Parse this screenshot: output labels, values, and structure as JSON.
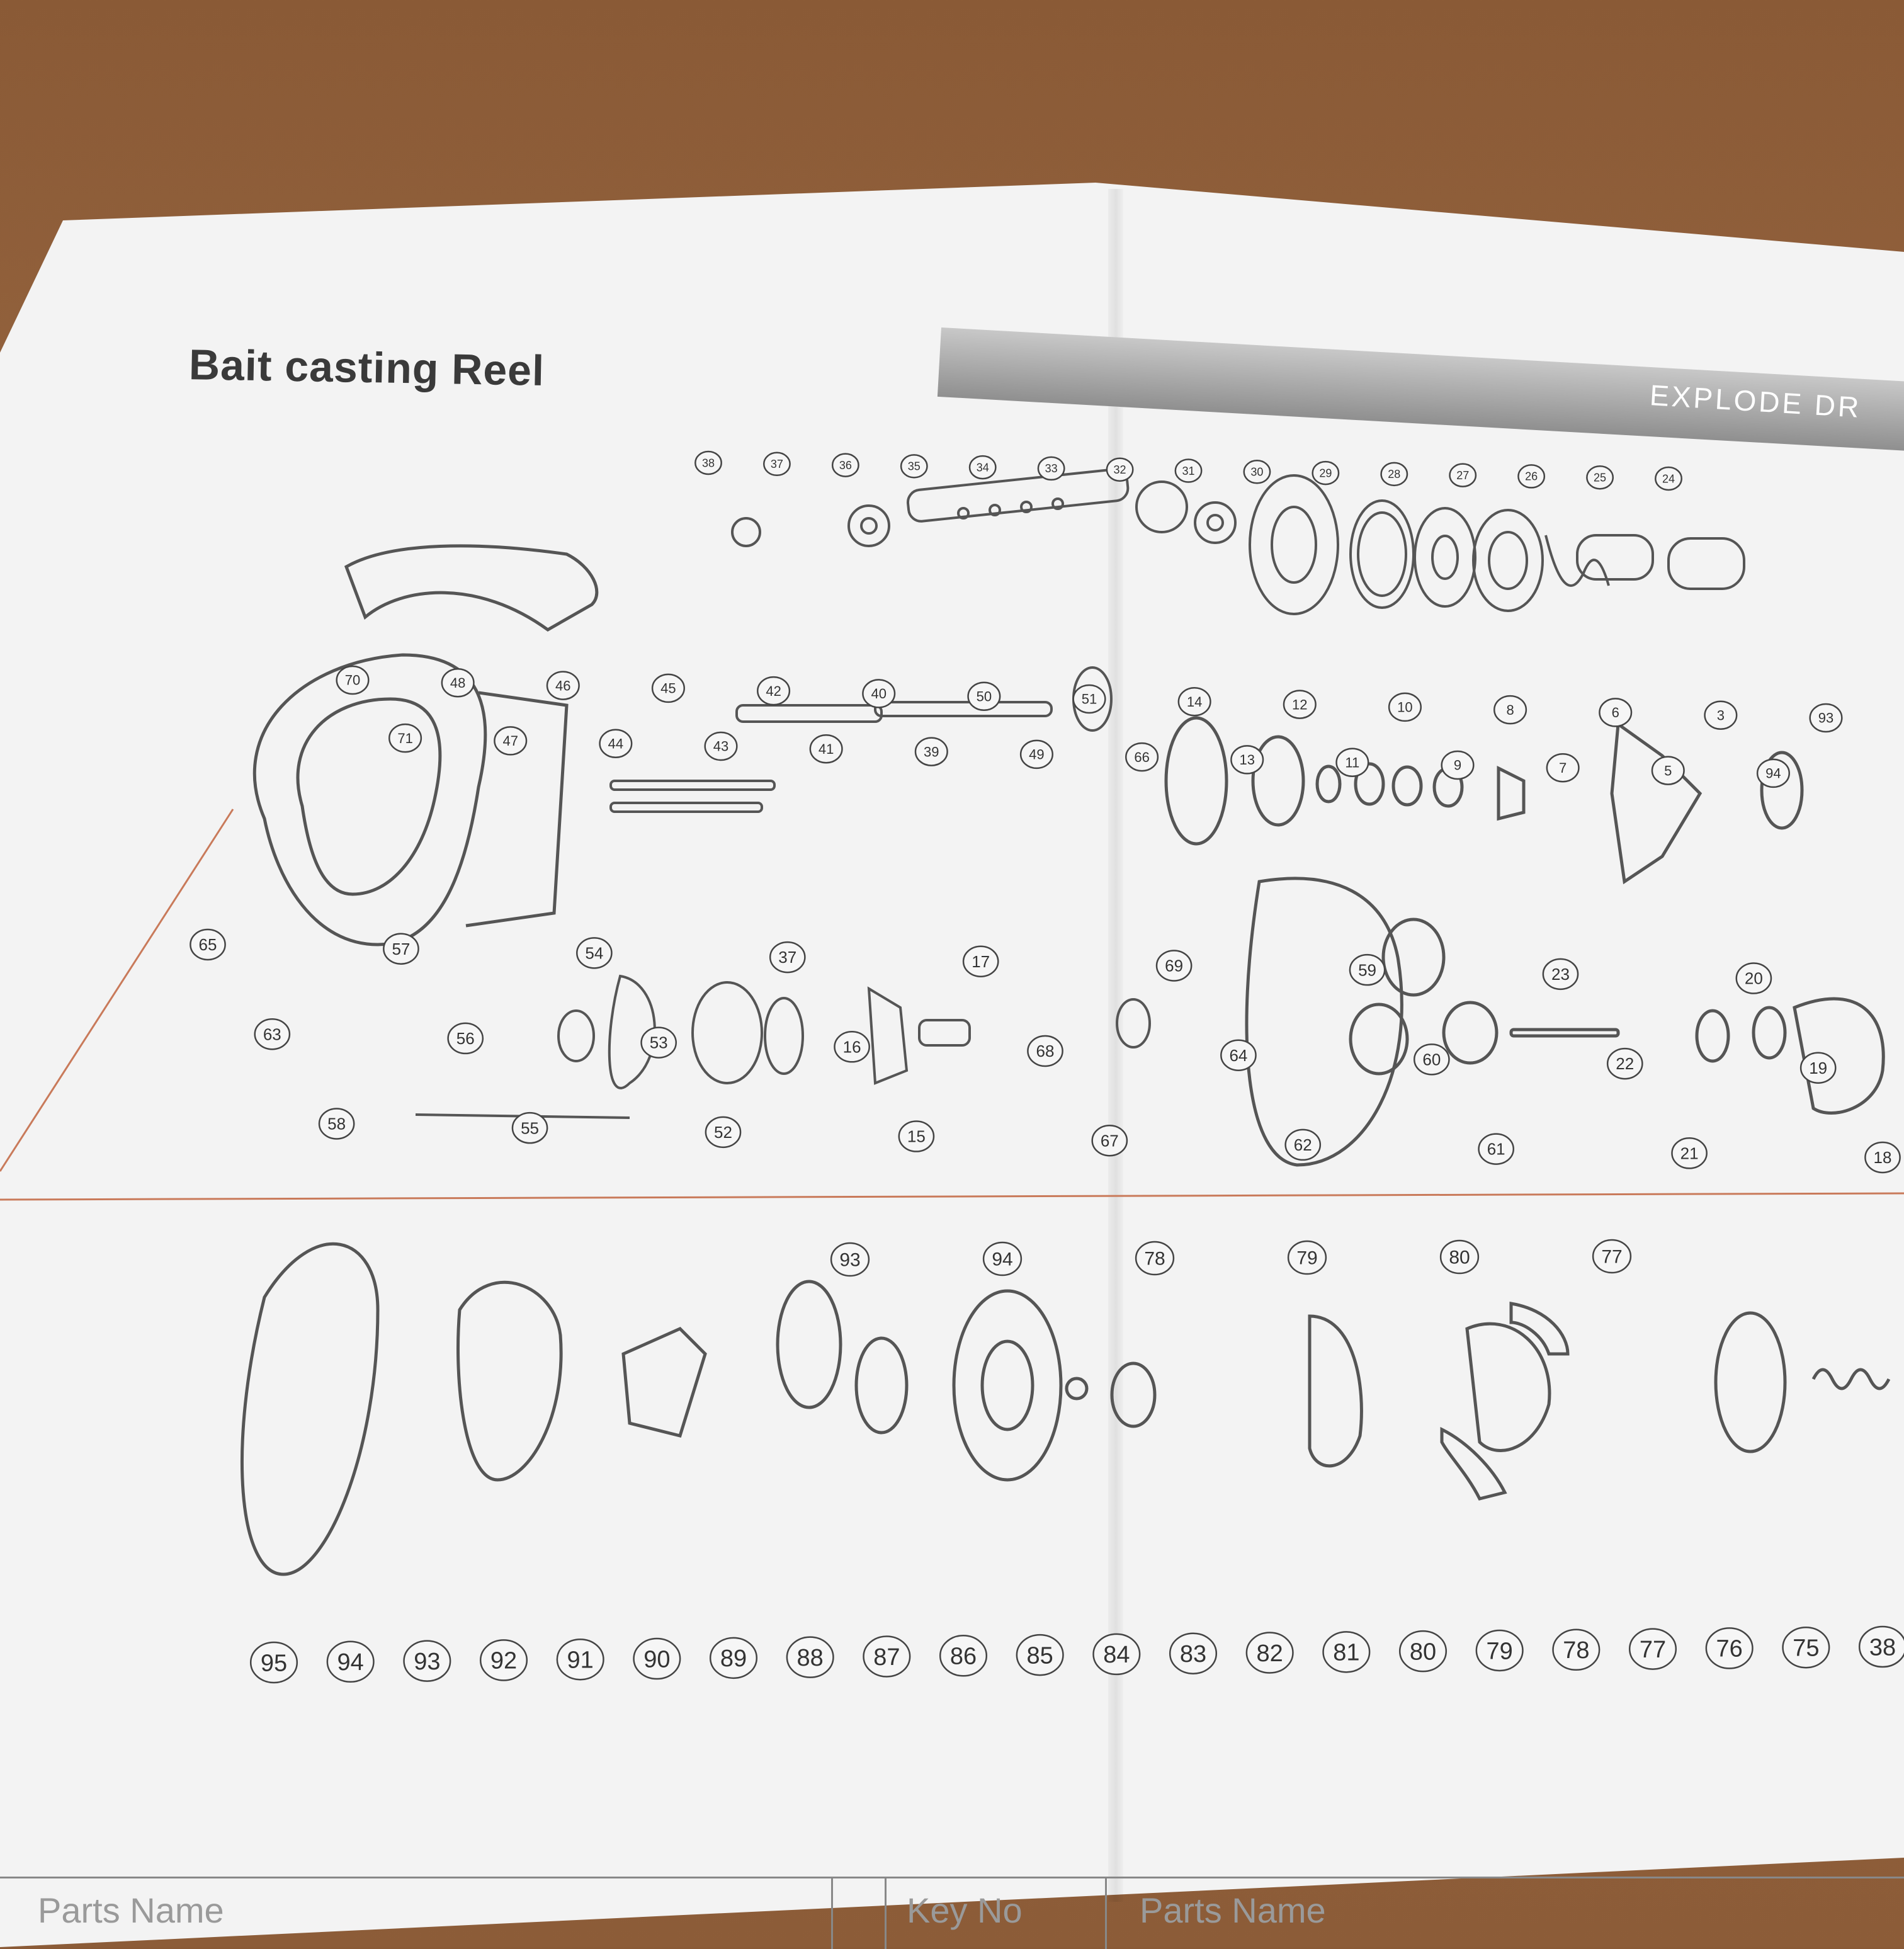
{
  "document": {
    "title": "Bait casting Reel",
    "banner": "EXPLODE DR"
  },
  "diagram": {
    "callouts": {
      "top_row": [
        "38",
        "37",
        "36",
        "35",
        "34",
        "33",
        "32",
        "31",
        "30",
        "29",
        "28",
        "27",
        "26",
        "25",
        "24"
      ],
      "middle_upper": [
        "70",
        "71",
        "48",
        "47",
        "46",
        "44",
        "45",
        "43",
        "42",
        "41",
        "40",
        "39",
        "50",
        "49",
        "51",
        "66",
        "14",
        "13",
        "12",
        "11",
        "10",
        "9",
        "8",
        "7",
        "6",
        "5",
        "3",
        "94",
        "93"
      ],
      "middle_lower": [
        "65",
        "63",
        "58",
        "57",
        "56",
        "55",
        "54",
        "53",
        "52",
        "37",
        "16",
        "15",
        "17",
        "68",
        "67",
        "69",
        "64",
        "62",
        "59",
        "60",
        "61",
        "23",
        "22",
        "21",
        "20",
        "19",
        "18"
      ],
      "bottom_upper": [
        "93",
        "94",
        "78",
        "79",
        "80",
        "77"
      ],
      "bottom_row": [
        "95",
        "94",
        "93",
        "92",
        "91",
        "90",
        "89",
        "88",
        "87",
        "86",
        "85",
        "84",
        "83",
        "82",
        "81",
        "80",
        "79",
        "78",
        "77",
        "76",
        "75",
        "38"
      ]
    },
    "colors": {
      "leader_line": "#c97a5a",
      "part_stroke": "#555555"
    }
  },
  "parts_table": {
    "headers": [
      "Parts Name",
      "Key No",
      "Parts Name"
    ]
  }
}
